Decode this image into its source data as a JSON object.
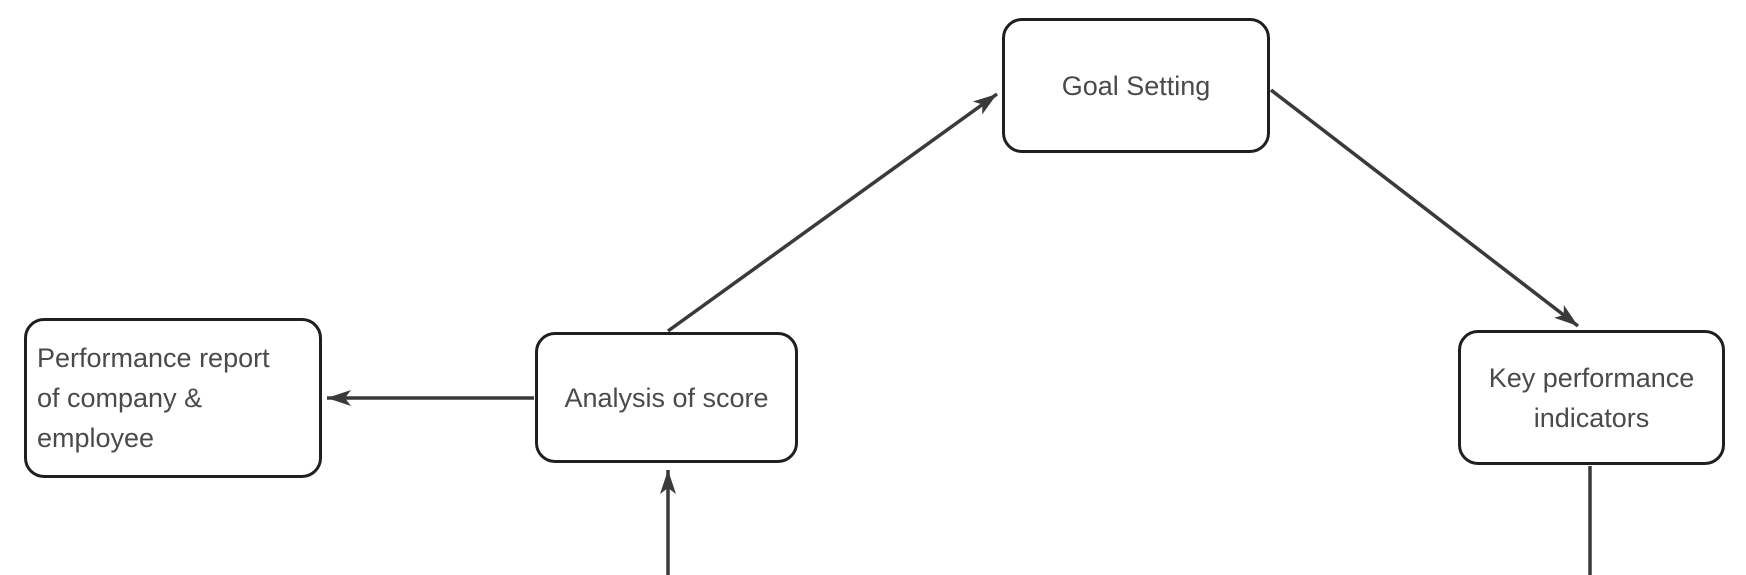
{
  "diagram": {
    "background_color": "#ffffff",
    "node_fill_color": "#ffffff",
    "node_border_color": "#1f1f1f",
    "text_color": "#4a4a4a",
    "connector_color": "#3a3a3a",
    "nodes": [
      {
        "id": "performance-report",
        "label": "Performance report of company & employee"
      },
      {
        "id": "analysis-of-score",
        "label": "Analysis of score"
      },
      {
        "id": "goal-setting",
        "label": "Goal Setting"
      },
      {
        "id": "key-performance-indicators",
        "label": "Key performance indicators"
      }
    ],
    "edges": [
      {
        "from": "analysis-of-score",
        "to": "goal-setting",
        "arrowhead": true
      },
      {
        "from": "goal-setting",
        "to": "key-performance-indicators",
        "arrowhead": true
      },
      {
        "from": "analysis-of-score",
        "to": "performance-report",
        "arrowhead": true
      },
      {
        "from": "offscreen-bottom",
        "to": "analysis-of-score",
        "arrowhead": true
      },
      {
        "from": "key-performance-indicators",
        "to": "offscreen-bottom",
        "arrowhead": false
      }
    ]
  }
}
